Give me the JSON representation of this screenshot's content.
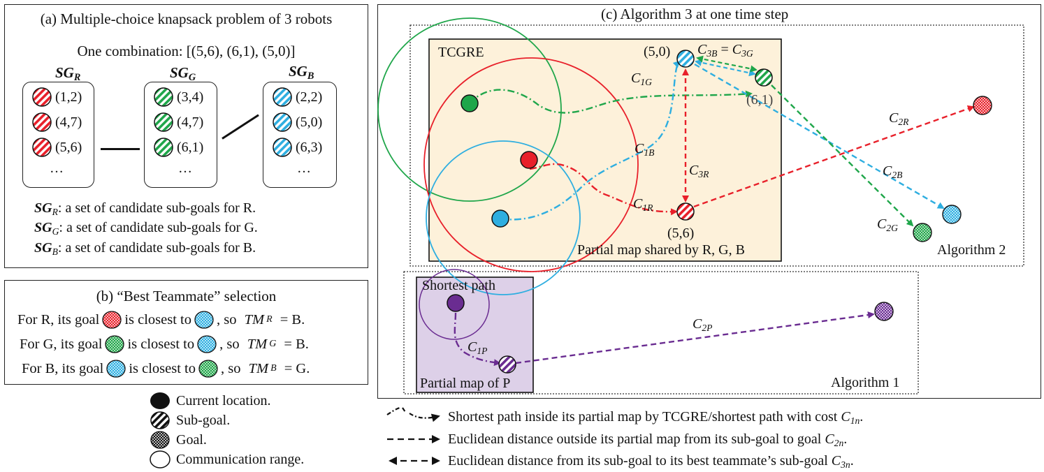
{
  "panel_a": {
    "title": "(a) Multiple-choice knapsack problem of 3 robots",
    "combination": "One combination: [(5,6), (6,1), (5,0)]",
    "groups": [
      {
        "head": "SG",
        "head_sub": "R",
        "color": "#e8202a",
        "items": [
          "(1,2)",
          "(4,7)",
          "(5,6)"
        ],
        "more": "…"
      },
      {
        "head": "SG",
        "head_sub": "G",
        "color": "#1fa64a",
        "items": [
          "(3,4)",
          "(4,7)",
          "(6,1)"
        ],
        "more": "…"
      },
      {
        "head": "SG",
        "head_sub": "B",
        "color": "#2eaee0",
        "items": [
          "(2,2)",
          "(5,0)",
          "(6,3)"
        ],
        "more": "…"
      }
    ],
    "defs": [
      {
        "head": "SG",
        "sub": "R",
        "text": ": a set of candidate sub-goals for R."
      },
      {
        "head": "SG",
        "sub": "G",
        "text": ": a set of candidate sub-goals for G."
      },
      {
        "head": "SG",
        "sub": "B",
        "text": ": a set of candidate sub-goals for B."
      }
    ]
  },
  "panel_b": {
    "title": "(b) “Best Teammate” selection",
    "rows": [
      {
        "pre": "For R, its goal",
        "mid": "is closest to",
        "post": ", so",
        "tm": "TM",
        "tm_sub": "R",
        "eq": "= B.",
        "goal_color": "#e8202a",
        "mate_color": "#2eaee0"
      },
      {
        "pre": "For G, its goal",
        "mid": "is closest to",
        "post": ", so",
        "tm": "TM",
        "tm_sub": "G",
        "eq": "= B.",
        "goal_color": "#1fa64a",
        "mate_color": "#2eaee0"
      },
      {
        "pre": "For B, its goal",
        "mid": "is closest to",
        "post": ", so",
        "tm": "TM",
        "tm_sub": "B",
        "eq": "= G.",
        "goal_color": "#2eaee0",
        "mate_color": "#1fa64a"
      }
    ]
  },
  "legend_icons": {
    "current": "Current location.",
    "subgoal": "Sub-goal.",
    "goal": "Goal.",
    "range": "Communication range."
  },
  "panel_c": {
    "title": "(c) Algorithm 3 at one time step",
    "tcgre": "TCGRE",
    "shared": "Partial map shared by R, G, B",
    "alg2": "Algorithm 2",
    "alg1": "Algorithm 1",
    "shortest": "Shortest path",
    "partial_p": "Partial map of P",
    "coord_50": "(5,0)",
    "coord_56": "(5,6)",
    "coord_61": "(6,1)",
    "c3b_eq": {
      "a": "C",
      "a_sub": "3B",
      "eq": " = ",
      "b": "C",
      "b_sub": "3G"
    },
    "costs": {
      "c1g": {
        "c": "C",
        "sub": "1G"
      },
      "c1b": {
        "c": "C",
        "sub": "1B"
      },
      "c1r": {
        "c": "C",
        "sub": "1R"
      },
      "c3r": {
        "c": "C",
        "sub": "3R"
      },
      "c2r": {
        "c": "C",
        "sub": "2R"
      },
      "c2b": {
        "c": "C",
        "sub": "2B"
      },
      "c2g": {
        "c": "C",
        "sub": "2G"
      },
      "c1p": {
        "c": "C",
        "sub": "1P"
      },
      "c2p": {
        "c": "C",
        "sub": "2P"
      }
    }
  },
  "line_legend": [
    {
      "text": "Shortest path inside its partial map by TCGRE/shortest path with cost ",
      "c": "C",
      "sub": "1n",
      "end": "."
    },
    {
      "text": "Euclidean distance outside its partial map from its sub-goal to goal ",
      "c": "C",
      "sub": "2n",
      "end": "."
    },
    {
      "text": "Euclidean distance from its sub-goal to its best teammate’s sub-goal ",
      "c": "C",
      "sub": "3n",
      "end": "."
    }
  ],
  "colors": {
    "red": "#e8202a",
    "green": "#1fa64a",
    "blue": "#2eaee0",
    "purple": "#6a2c91",
    "tcgre_fill": "#fdf1da",
    "purple_fill": "#ddd0e8"
  }
}
